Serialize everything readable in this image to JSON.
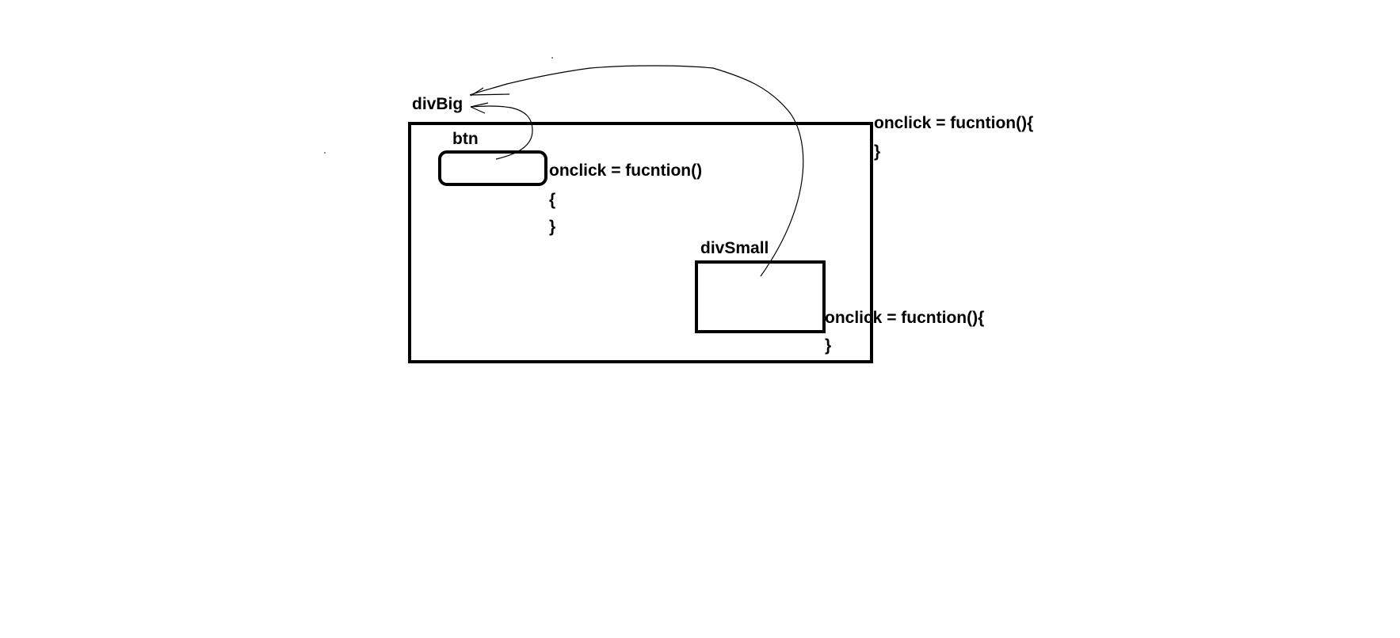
{
  "labels": {
    "div_big": "divBig",
    "btn": "btn",
    "div_small": "divSmall"
  },
  "code": {
    "div_big": {
      "line1": "onclick = fucntion(){",
      "line2": "}"
    },
    "btn": {
      "line1": "onclick = fucntion()",
      "line2": "{",
      "line3": "}"
    },
    "div_small": {
      "line1": "onclick = fucntion(){",
      "line2": "}"
    }
  },
  "colors": {
    "stroke": "#000000",
    "background": "#ffffff"
  }
}
